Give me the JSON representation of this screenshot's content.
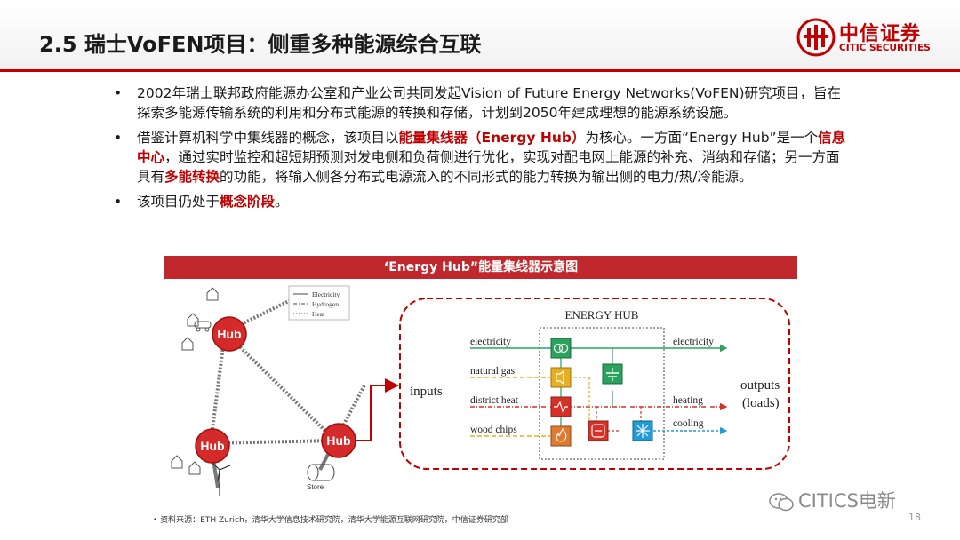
{
  "header": {
    "title": "2.5 瑞士VoFEN项目：侧重多种能源综合互联",
    "logo_cn": "中信证券",
    "logo_en": "CITIC SECURITIES"
  },
  "bullets": [
    {
      "parts": [
        {
          "t": "2002年瑞士联邦政府能源办公室和产业公司共同发起Vision of Future Energy Networks(VoFEN)研究项目，旨在探索多能源传输系统的利用和分布式能源的转换和存储，计划到2050年建成理想的能源系统设施。",
          "hl": false
        }
      ]
    },
    {
      "parts": [
        {
          "t": "借鉴计算机科学中集线器的概念，该项目以",
          "hl": false
        },
        {
          "t": "能量集线器（Energy Hub）",
          "hl": true
        },
        {
          "t": "为核心。一方面“Energy Hub”是一个",
          "hl": false
        },
        {
          "t": "信息中心",
          "hl": true
        },
        {
          "t": "，通过实时监控和超短期预测对发电侧和负荷侧进行优化，实现对配电网上能源的补充、消纳和存储；另一方面具有",
          "hl": false
        },
        {
          "t": "多能转换",
          "hl": true
        },
        {
          "t": "的功能，将输入侧各分布式电源流入的不同形式的能力转换为输出侧的电力/热/冷能源。",
          "hl": false
        }
      ]
    },
    {
      "parts": [
        {
          "t": "该项目仍处于",
          "hl": false
        },
        {
          "t": "概念阶段",
          "hl": true
        },
        {
          "t": "。",
          "hl": false
        }
      ]
    }
  ],
  "figure": {
    "banner": "‘Energy Hub”能量集线器示意图",
    "legend": [
      "Electricity",
      "Hydrogen",
      "Heat"
    ],
    "hub_label": "Hub",
    "store_label": "Store",
    "energy_hub_title": "ENERGY HUB",
    "inputs_label": "inputs",
    "outputs_label": [
      "outputs",
      "(loads)"
    ],
    "input_lines": [
      "electricity",
      "natural gas",
      "district heat",
      "wood chips"
    ],
    "output_lines": [
      "electricity",
      "heating",
      "cooling"
    ],
    "colors": {
      "electricity": "#2ca25f",
      "gas": "#e8b020",
      "heat": "#d73027",
      "cooling": "#1f9bd7",
      "hub": "#d42a2a",
      "accent": "#c00000"
    }
  },
  "footer": {
    "source": "• 资料来源：ETH Zurich，清华大学信息技术研究院，清华大学能源互联网研究院，中信证券研究部",
    "wechat": "CITICS电新",
    "page": "18"
  }
}
